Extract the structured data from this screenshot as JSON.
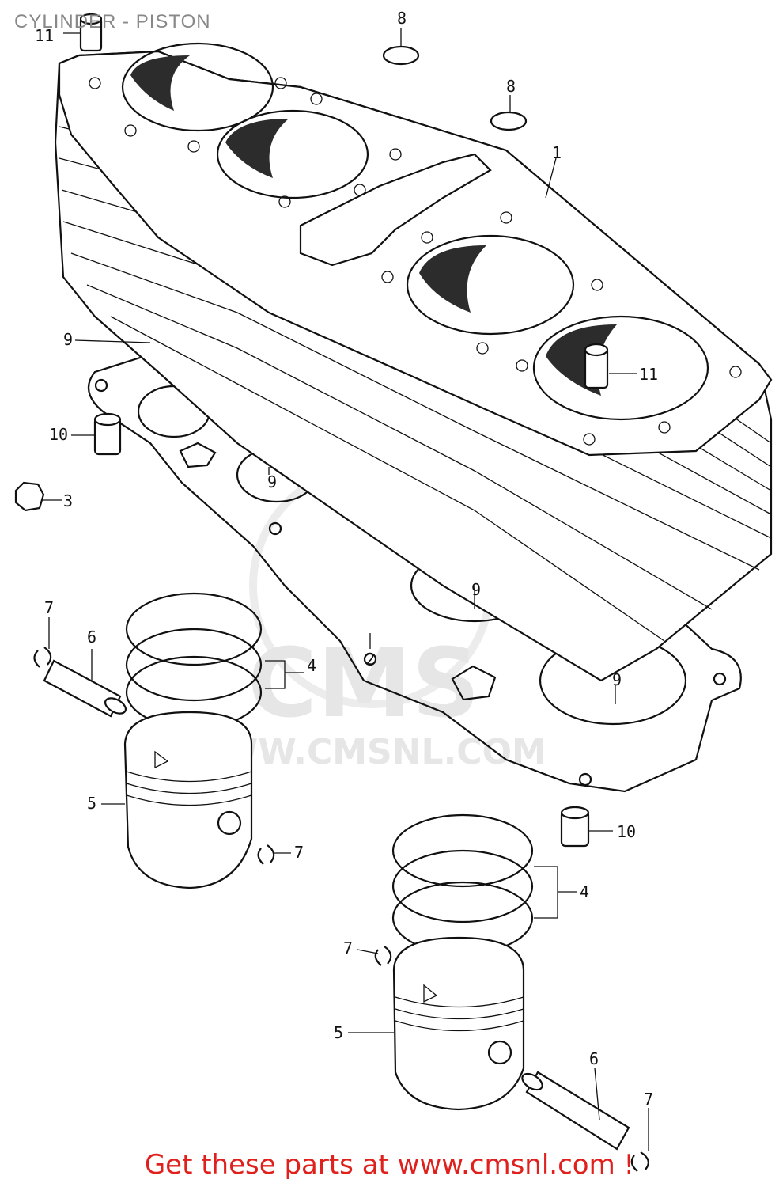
{
  "title": "CYLINDER - PISTON",
  "watermark": {
    "brand": "CMS",
    "url": "WWW.CMSNL.COM"
  },
  "footer": {
    "text": "Get these parts at www.cmsnl.com !",
    "color": "#e0201c"
  },
  "callouts": {
    "c1": "1",
    "c2": "2",
    "c3": "3",
    "c4a": "4",
    "c4b": "4",
    "c5a": "5",
    "c5b": "5",
    "c6a": "6",
    "c6b": "6",
    "c7a": "7",
    "c7b": "7",
    "c7c": "7",
    "c7d": "7",
    "c8a": "8",
    "c8b": "8",
    "c9a": "9",
    "c9b": "9",
    "c9c": "9",
    "c9d": "9",
    "c10a": "10",
    "c10b": "10",
    "c11a": "11",
    "c11b": "11"
  }
}
